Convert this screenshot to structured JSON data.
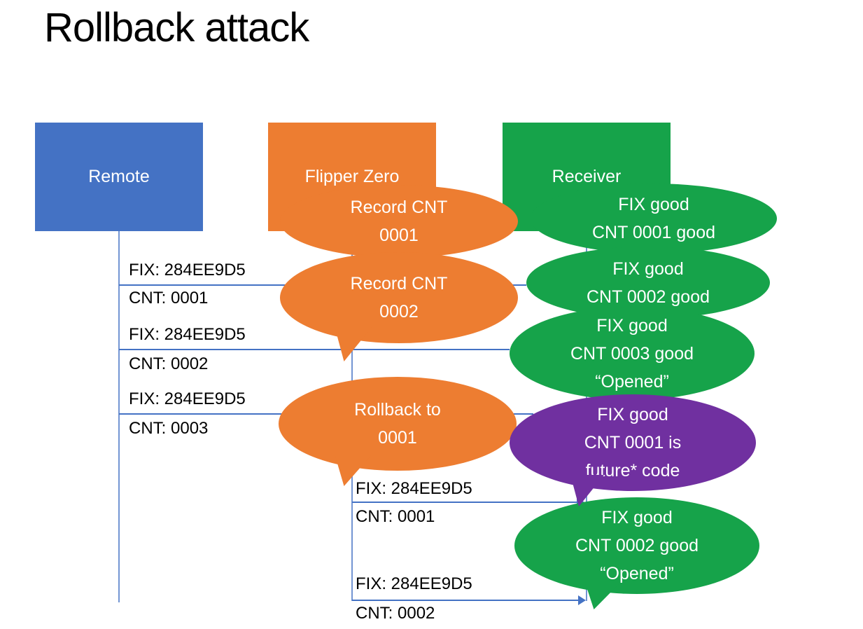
{
  "title": "Rollback attack",
  "colors": {
    "blue": "#4472C4",
    "orange": "#ED7D31",
    "green": "#16A34A",
    "purple": "#7030A0",
    "line": "#4472C4"
  },
  "actors": [
    {
      "label": "Remote"
    },
    {
      "label": "Flipper Zero"
    },
    {
      "label": "Receiver"
    }
  ],
  "messages": [
    {
      "fix": "FIX: 284EE9D5",
      "cnt": "CNT: 0001"
    },
    {
      "fix": "FIX: 284EE9D5",
      "cnt": "CNT: 0002"
    },
    {
      "fix": "FIX: 284EE9D5",
      "cnt": "CNT: 0003"
    },
    {
      "fix": "FIX: 284EE9D5",
      "cnt": "CNT: 0001"
    },
    {
      "fix": "FIX: 284EE9D5",
      "cnt": "CNT: 0002"
    }
  ],
  "bubbles": [
    {
      "speaker": "flipper",
      "text": "Record CNT\n0001"
    },
    {
      "speaker": "flipper",
      "text": "Record CNT\n0002"
    },
    {
      "speaker": "receiver",
      "text": "FIX good\nCNT 0001 good"
    },
    {
      "speaker": "receiver",
      "text": "FIX good\nCNT 0002 good"
    },
    {
      "speaker": "receiver",
      "text": "FIX good\nCNT 0003 good\n“Opened”"
    },
    {
      "speaker": "flipper",
      "text": "Rollback to\n0001"
    },
    {
      "speaker": "receiver",
      "text": "FIX good\nCNT 0002 good\n“Opened”"
    },
    {
      "speaker": "receiver",
      "text": "FIX good\nCNT 0001 is\nfuture* code"
    }
  ]
}
